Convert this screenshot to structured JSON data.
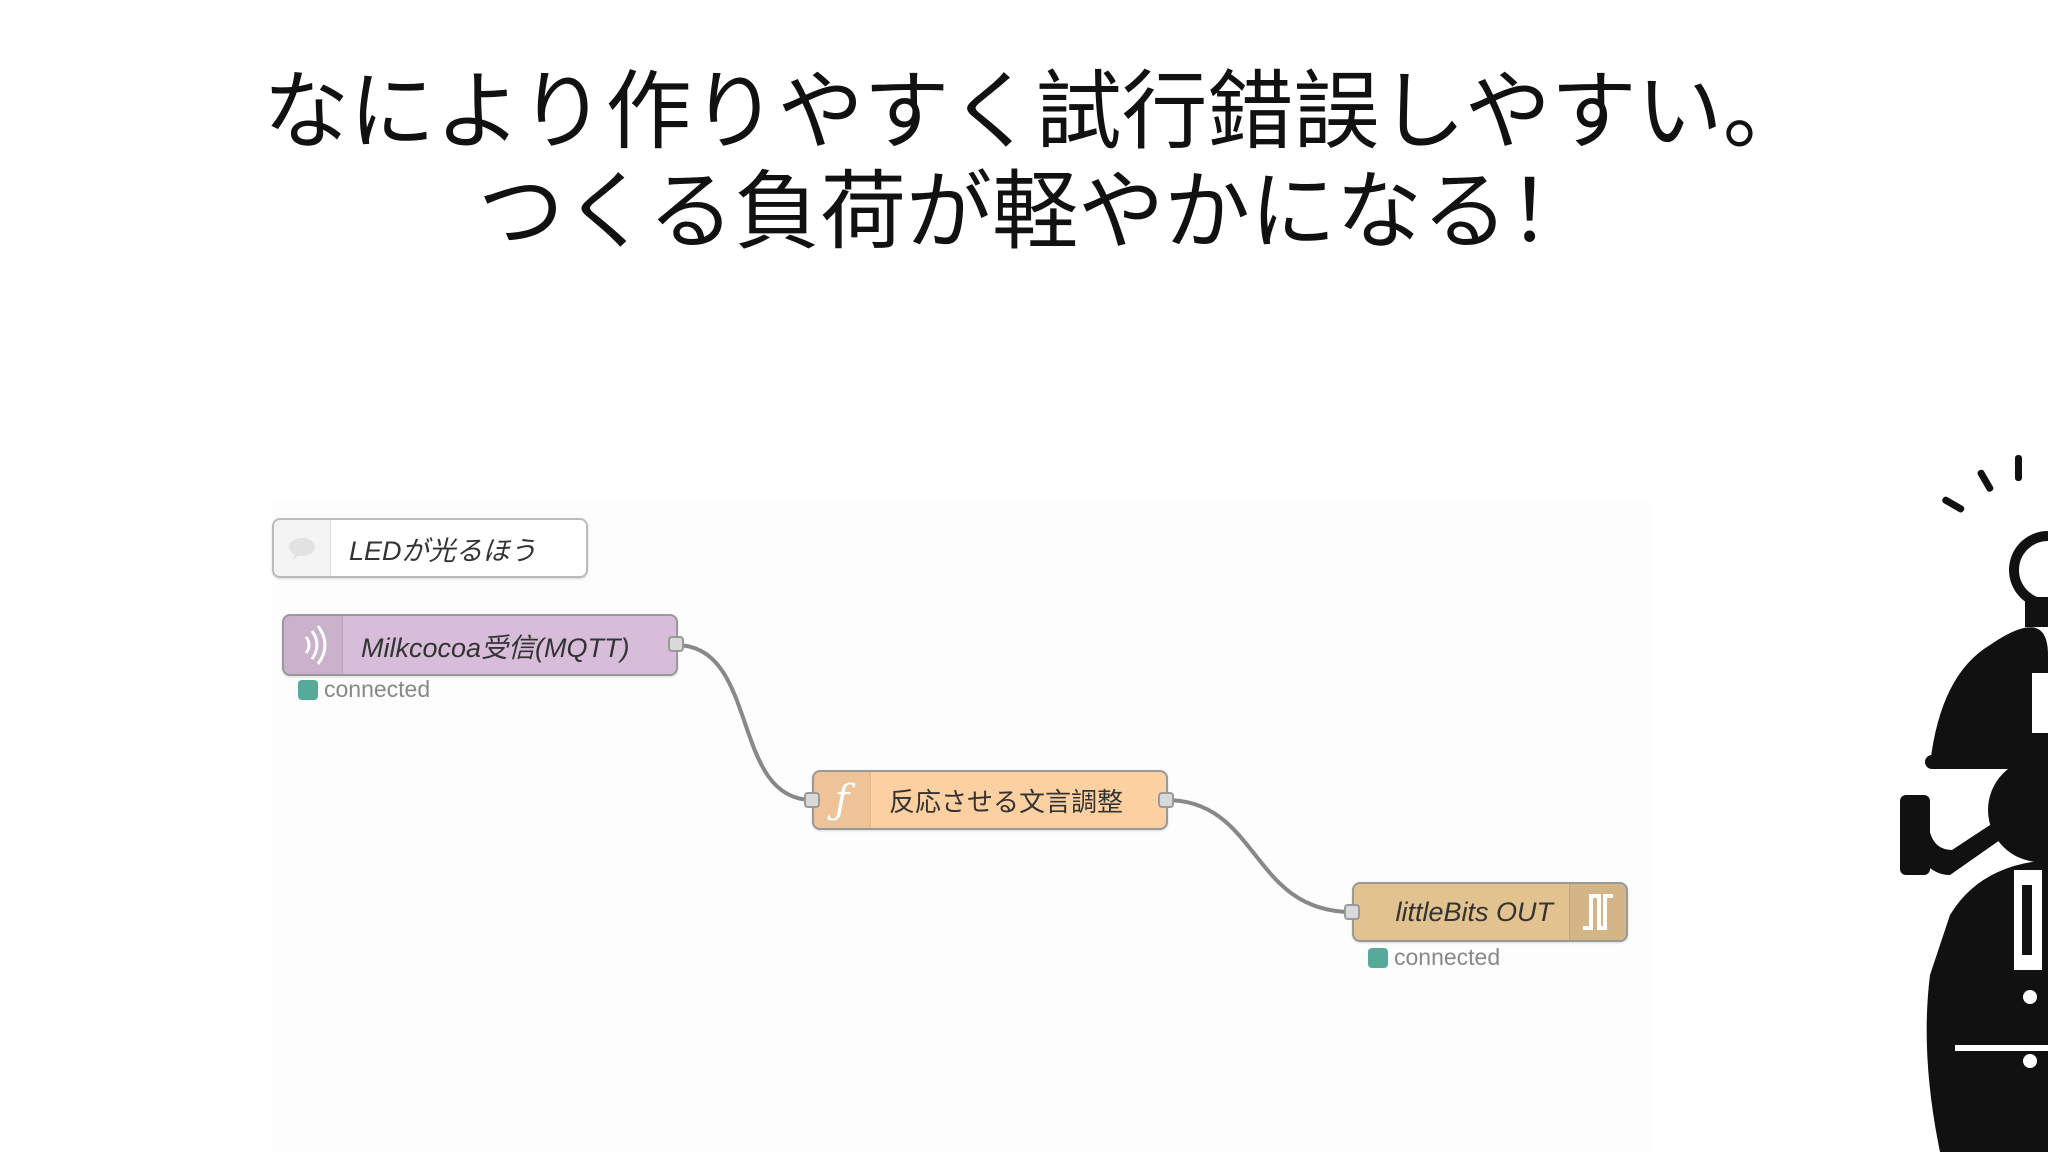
{
  "slide": {
    "title_line1": "なにより作りやすく試行錯誤しやすい。",
    "title_line2": "つくる負荷が軽やかになる！"
  },
  "flow": {
    "comment": {
      "label": "LEDが光るほう",
      "icon": "comment-icon"
    },
    "mqtt_in": {
      "label": "Milkcocoa受信(MQTT)",
      "icon": "wireless-icon",
      "status": "connected"
    },
    "function": {
      "label": "反応させる文言調整",
      "icon": "function-icon"
    },
    "littlebits_out": {
      "label": "littleBits OUT",
      "icon": "pulse-icon",
      "status": "connected"
    }
  },
  "colors": {
    "mqtt_node": "#d7bdd9",
    "function_node": "#fdd0a2",
    "littlebits_node": "#e2c28f",
    "status_connected": "#55aa99"
  }
}
